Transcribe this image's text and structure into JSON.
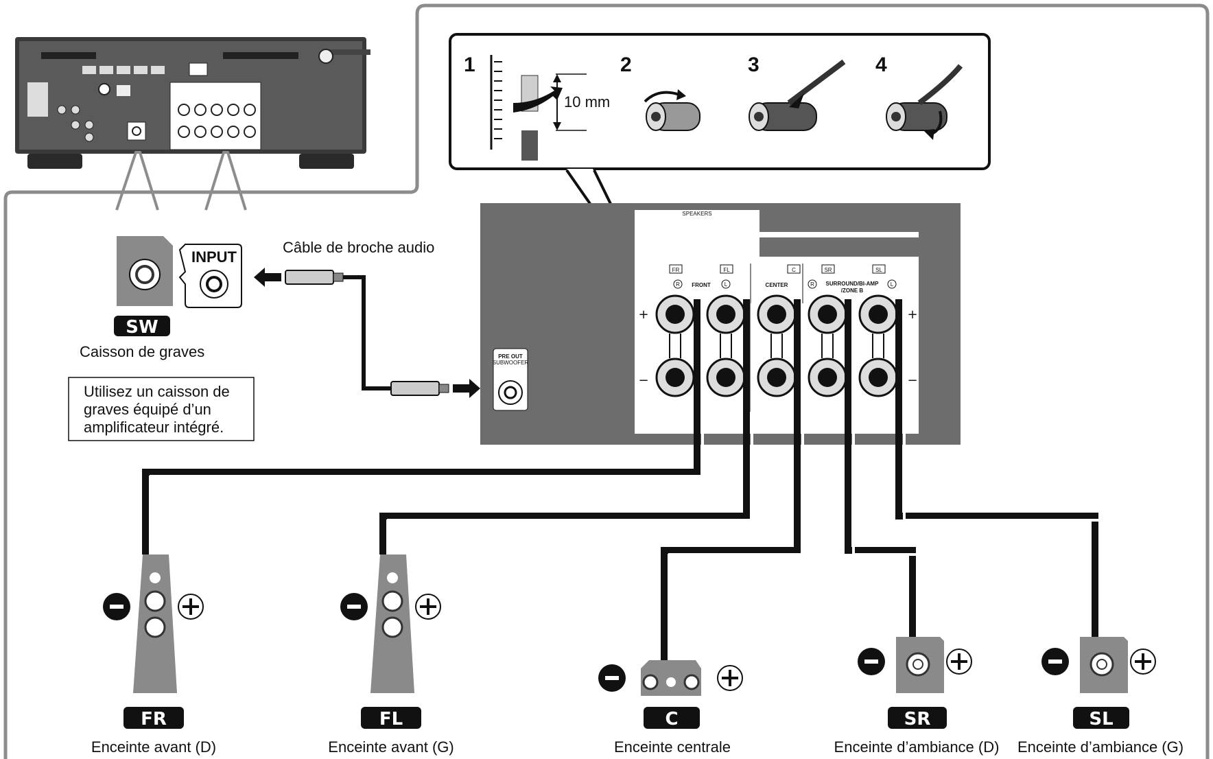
{
  "steps": {
    "s1": "1",
    "s2": "2",
    "s3": "3",
    "s4": "4",
    "strip_length": "10 mm"
  },
  "subwoofer": {
    "input_label": "INPUT",
    "cable_label": "Câble de broche audio",
    "badge": "SW",
    "caption": "Caisson de graves",
    "note": [
      "Utilisez un caisson de",
      "graves équipé d’un",
      "amplificateur intégré."
    ]
  },
  "receiver_panel": {
    "speakers_label": "SPEAKERS",
    "pre_out_label": "PRE OUT",
    "subwoofer_label": "SUBWOOFER",
    "front_label": "FRONT",
    "center_label": "CENTER",
    "surround_label": "SURROUND/BI-AMP",
    "zone_label": "/ZONE B",
    "tag_fr": "FR",
    "tag_fl": "FL",
    "tag_c": "C",
    "tag_sr": "SR",
    "tag_sl": "SL",
    "r_mark": "R",
    "l_mark": "L",
    "plus": "+",
    "minus": "−"
  },
  "speakers": [
    {
      "badge": "FR",
      "caption": "Enceinte avant (D)"
    },
    {
      "badge": "FL",
      "caption": "Enceinte avant (G)"
    },
    {
      "badge": "C",
      "caption": "Enceinte centrale"
    },
    {
      "badge": "SR",
      "caption": "Enceinte d’ambiance (D)"
    },
    {
      "badge": "SL",
      "caption": "Enceinte d’ambiance (G)"
    }
  ],
  "colors": {
    "panel_gray": "#6d6d6d",
    "badge_black": "#111111",
    "speaker_gray": "#8a8a8a",
    "frame_gray": "#8c8c8c"
  }
}
